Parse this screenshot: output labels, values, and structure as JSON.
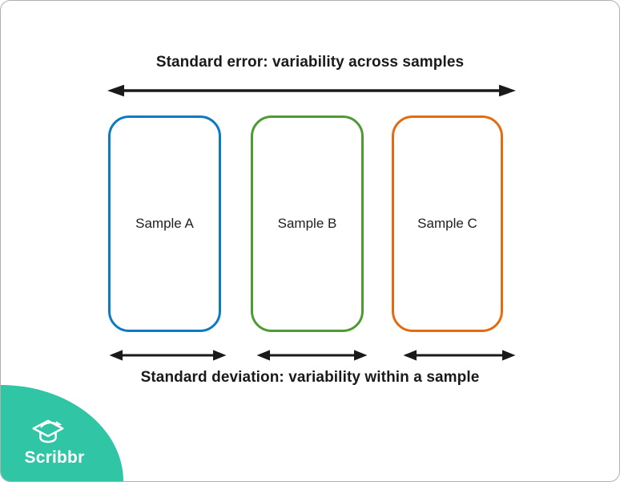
{
  "page": {
    "top_caption": "Standard error: variability across samples",
    "bottom_caption": "Standard deviation: variability within a sample"
  },
  "samples": [
    {
      "label": "Sample A",
      "color": "#0e7ac4"
    },
    {
      "label": "Sample B",
      "color": "#4e9a33"
    },
    {
      "label": "Sample C",
      "color": "#e56a10"
    }
  ],
  "colors": {
    "arrow": "#1a1a1a",
    "text": "#1a1a1a",
    "brand_teal": "#30c5a4",
    "page_border": "#b0b0b0",
    "logo_white": "#ffffff"
  },
  "icons": {
    "top_arrow": "double-headed-arrow",
    "sample_arrows": "double-headed-arrow",
    "logo_icon": "graduation-cap"
  },
  "logo": {
    "brand": "Scribbr"
  }
}
